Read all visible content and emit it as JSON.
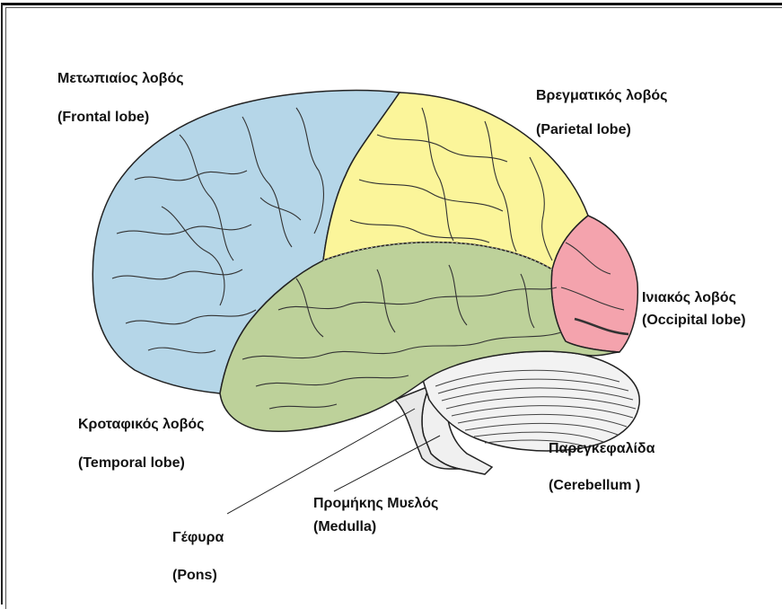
{
  "labels": {
    "frontal_gr": "Μετωπιαίος λοβός",
    "frontal_en": "(Frontal lobe)",
    "parietal_gr": "Βρεγματικός λοβός",
    "parietal_en": "(Parietal lobe)",
    "occipital_gr": "Ινιακός λοβός",
    "occipital_en": "(Occipital lobe)",
    "temporal_gr": "Κροταφικός λοβός",
    "temporal_en": "(Temporal lobe)",
    "cerebellum_gr": "Παρεγκεφαλίδα",
    "cerebellum_en": "(Cerebellum )",
    "medulla_gr": "Προμήκης Μυελός",
    "medulla_en": "(Medulla)",
    "pons_gr": "Γέφυρα",
    "pons_en": "(Pons)"
  },
  "colors": {
    "frontal": "#b5d6e8",
    "parietal": "#fbf59a",
    "occipital": "#f4a3ad",
    "temporal": "#bdd19a",
    "cerebellum": "#f0f0f0",
    "outline": "#222222"
  }
}
